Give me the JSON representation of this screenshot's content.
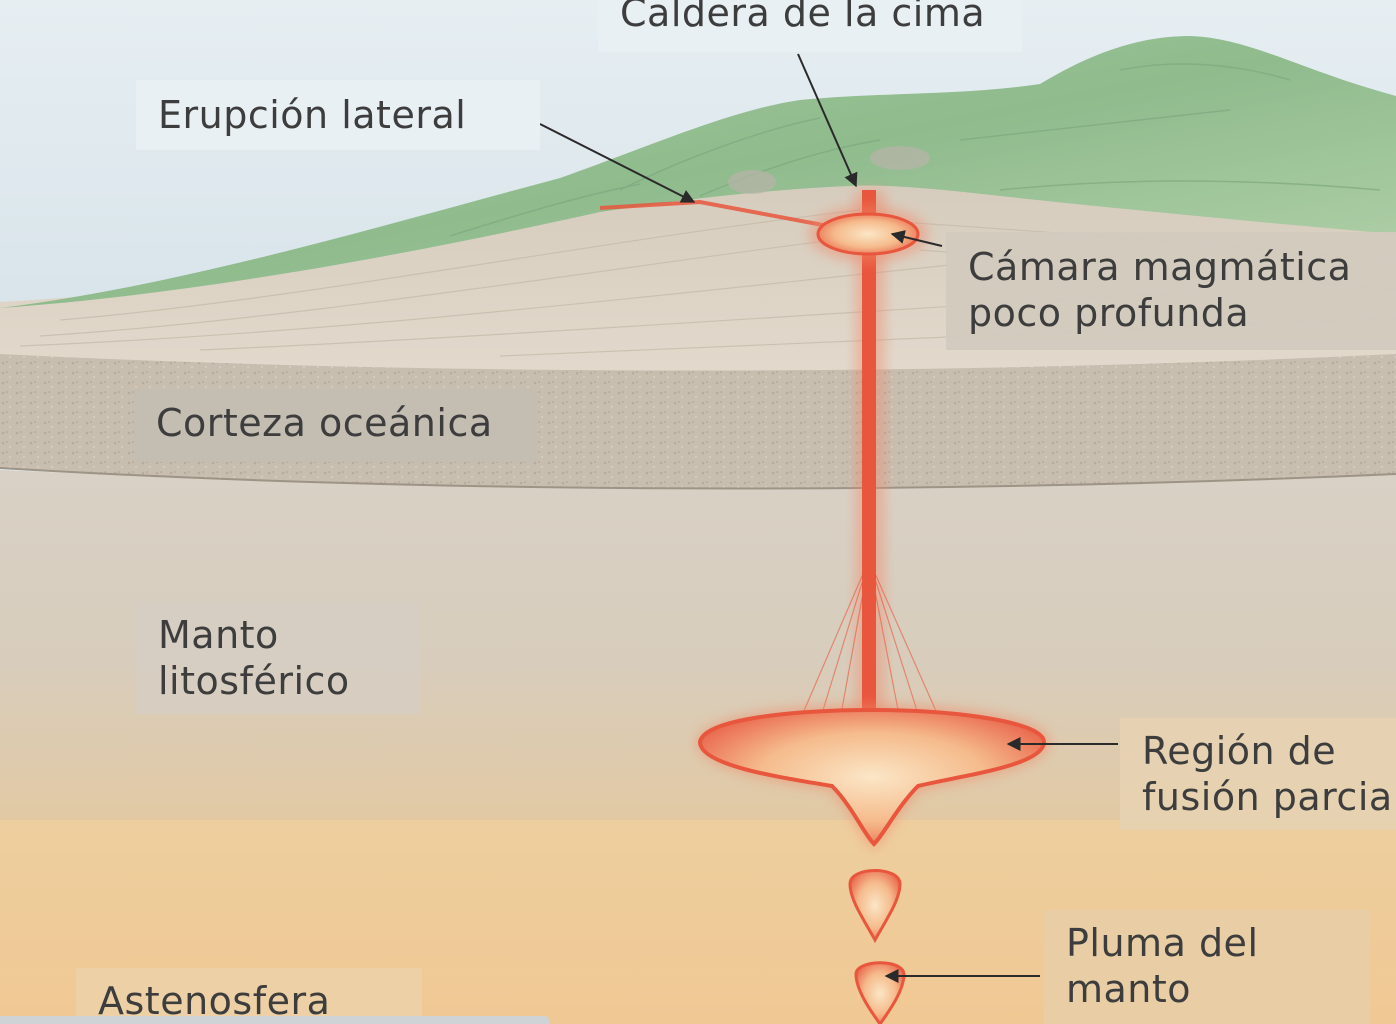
{
  "labels": {
    "caldera": "Caldera de la cima",
    "erupcion": "Erupción lateral",
    "camara_line1": "Cámara magmática",
    "camara_line2": "poco profunda",
    "corteza": "Corteza oceánica",
    "manto_line1": "Manto",
    "manto_line2": "litosférico",
    "region_line1": "Región de",
    "region_line2": "fusión parcial",
    "pluma_line1": "Pluma del",
    "pluma_line2": "manto",
    "astenosfera": "Astenosfera"
  },
  "colors": {
    "sky": "#dfe9ee",
    "volcano_green": "#9ec39a",
    "sediment": "#dcd2c4",
    "oceanic_crust": "#c9c0b3",
    "lithospheric_mantle": "#d9d0c4",
    "asthenosphere": "#ecc99a",
    "magma": "#e8563d",
    "arrow": "#2a2a2a"
  }
}
